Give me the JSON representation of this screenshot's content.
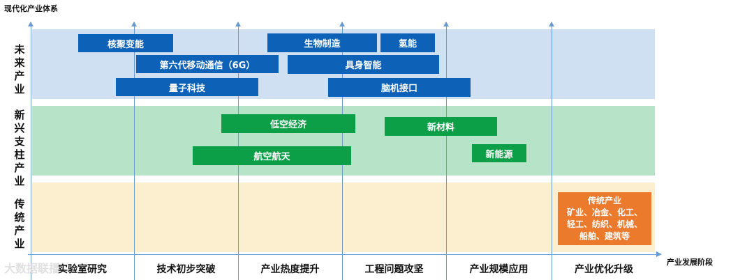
{
  "y_axis_title": "现代化产业体系",
  "x_axis_title": "产业发展阶段",
  "rows": {
    "future": "未来产业",
    "emerging": "新兴支柱产业",
    "traditional": "传统产业"
  },
  "stages": [
    "实验室研究",
    "技术初步突破",
    "产业热度提升",
    "工程问题攻坚",
    "产业规模应用",
    "产业优化升级"
  ],
  "future_items": {
    "fusion": "核聚变能",
    "six_g": "第六代移动通信（6G）",
    "quantum": "量子科技",
    "biomanufacturing": "生物制造",
    "hydrogen": "氢能",
    "embodied_ai": "具身智能",
    "bci": "脑机接口"
  },
  "emerging_items": {
    "low_altitude": "低空经济",
    "aerospace": "航空航天",
    "new_materials": "新材料",
    "new_energy": "新能源"
  },
  "traditional_item": {
    "title": "传统产业",
    "line1": "矿业、冶金、化工、",
    "line2": "轻工、纺织、机械、",
    "line3": "船舶、建筑等"
  },
  "watermark": "大数据联播",
  "colors": {
    "future_band": "#cfe0f3",
    "emerging_band": "#b7e3c8",
    "traditional_band": "#fbefcf",
    "blue_box": "#0d62b8",
    "green_box": "#0d9e48",
    "orange_box": "#ec7a2d",
    "axis": "#6a9bd0"
  }
}
